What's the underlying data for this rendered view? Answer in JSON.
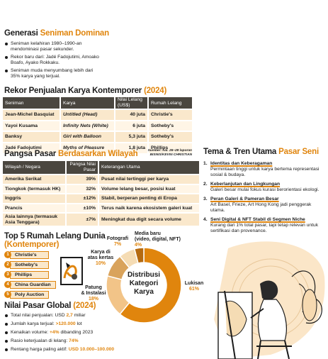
{
  "generasi": {
    "title_a": "Generasi ",
    "title_b": "Seniman Dominan",
    "bullets": [
      "Seniman kelahiran 1980–1990-an mendominasi pasar sekunder.",
      "Rekor baru dari: Jadé Fadojutimi, Amoako Boafo, Ayako Rokkaku.",
      "Seniman muda menyumbang lebih dari 35% karya yang terjual."
    ]
  },
  "rekor": {
    "title_a": "Rekor Penjualan Karya Kontemporer ",
    "title_b": "(2024)",
    "headers": [
      "Seniman",
      "Karya",
      "Nilai Lelang (US$)",
      "Rumah Lelang"
    ],
    "rows": [
      {
        "artist": "Jean-Michel Basquiat",
        "work": "Untitled (Head)",
        "value": "40 juta",
        "house": "Christie's"
      },
      {
        "artist": "Yayoi Kusama",
        "work": "Infinity Nets (White)",
        "value": "6 juta",
        "house": "Sotheby's"
      },
      {
        "artist": "Banksy",
        "work": "Girl with Balloon",
        "value": "5,3 juta",
        "house": "Sotheby's"
      },
      {
        "artist": "Jadé Fadojutimi",
        "work": "Myths of Pleasure",
        "value": "1,8 juta",
        "house": "Phillips"
      }
    ],
    "source_1": "Sumber: hal. 26–28 laporan",
    "source_2": "BISNIS/KEVIN CHRISTIAN"
  },
  "pangsa": {
    "title_a": "Pangsa Pasar ",
    "title_b": "Berdasarkan Wilayah",
    "headers": [
      "Wilayah / Negara",
      "Pangsa Nilai Pasar",
      "Keterangan Utama"
    ],
    "rows": [
      {
        "region": "Amerika Serikat",
        "share": "39%",
        "note": "Pusat nilai tertinggi per karya"
      },
      {
        "region": "Tiongkok (termasuk HK)",
        "share": "32%",
        "note": "Volume lelang besar, posisi kuat"
      },
      {
        "region": "Inggris",
        "share": "±12%",
        "note": "Stabil, berperan penting di Eropa"
      },
      {
        "region": "Prancis",
        "share": "±10%",
        "note": "Terus naik karena ekosistem galeri kuat"
      },
      {
        "region": "Asia lainnya (termasuk Asia Tenggara)",
        "share": "±7%",
        "note": "Meningkat dua digit secara volume"
      }
    ]
  },
  "top5": {
    "title_1": "Top 5 Rumah Lelang Dunia",
    "title_2": "(Kontemporer)",
    "items": [
      "Christie's",
      "Sotheby's",
      "Phillips",
      "China Guardian",
      "Poly Auction"
    ]
  },
  "nilai": {
    "title_a": "Nilai Pasar Global ",
    "title_b": "(2024)",
    "items": [
      {
        "label": "Total nilai penjualan: USD ",
        "value": "2,7",
        "suffix": " miliar"
      },
      {
        "label": "Jumlah karya terjual: ",
        "value": ">120.000",
        "suffix": " lot"
      },
      {
        "label": "Kenaikan volume: ",
        "value": "+4%",
        "suffix": " dibanding 2023"
      },
      {
        "label": "Rasio keterjualan di lelang: ",
        "value": "74%",
        "suffix": ""
      },
      {
        "label": "Rentang harga paling aktif: ",
        "value": "USD 10.000–100.000",
        "suffix": ""
      }
    ]
  },
  "tema": {
    "title_a": "Tema & Tren Utama ",
    "title_b": "Pasar Seni",
    "items": [
      {
        "n": "1.",
        "title": "Identitas dan Keberagaman",
        "text": "Permintaan tinggi untuk karya bertema representasi sosial & budaya."
      },
      {
        "n": "2.",
        "title": "Keberlanjutan dan Lingkungan",
        "text": "Galeri besar mulai fokus kurasi berorientasi ekologi."
      },
      {
        "n": "3.",
        "title": "Peran Galeri & Pameran Besar",
        "text": "Art Basel, Frieze, Art Hong Kong jadi penggerak utama."
      },
      {
        "n": "4.",
        "title": "Seni Digital & NFT Stabil di Segmen Niche",
        "text": "Kurang dari 1% total pasar, tapi tetap relevan untuk sertifikasi dan provenance."
      }
    ]
  },
  "chart_data": {
    "type": "pie",
    "title_1": "Distribusi",
    "title_2": "Kategori",
    "title_3": "Karya",
    "slices": [
      {
        "name": "Lukisan",
        "value": 61,
        "label": "61%"
      },
      {
        "name": "Patung & Instalasi",
        "value": 18,
        "label": "18%"
      },
      {
        "name": "Karya di atas kertas",
        "value": 10,
        "label": "10%"
      },
      {
        "name": "Fotografi",
        "value": 7,
        "label": "7%"
      },
      {
        "name": "Media baru (video, digital, NFT)",
        "value": 4,
        "label": "4%"
      }
    ],
    "label_names": {
      "lukisan": "Lukisan",
      "patung_1": "Patung",
      "patung_2": "& Instalasi",
      "kertas_1": "Karya di",
      "kertas_2": "atas kertas",
      "foto": "Fotografi",
      "media_1": "Media baru",
      "media_2": "(video, digital, NFT)"
    },
    "colors": [
      "#e0850d",
      "#f2c488",
      "#d9a35c",
      "#f5dcb4",
      "#b56a10"
    ]
  },
  "colors": {
    "accent": "#e0850d",
    "dark": "#4a463f",
    "row_a": "#fae8cc",
    "row_b": "#fff5e6"
  }
}
